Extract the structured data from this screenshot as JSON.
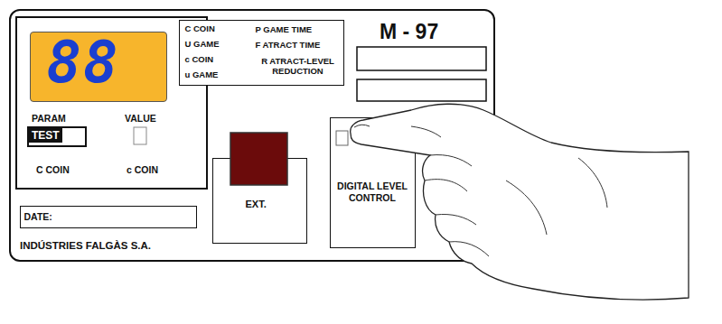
{
  "diagram": {
    "nodes": [
      {
        "text": [
          "M - 97",
          "INDÚSTRIES FALGÀS S.A."
        ]
      },
      {
        "text": [
          "PARAM",
          "VALUE",
          "C COIN",
          "c COIN"
        ],
        "in": 0
      },
      {
        "text": [
          "88"
        ],
        "in": 1
      },
      {
        "text": [
          "TEST"
        ],
        "in": 1
      },
      {
        "text": [
          "C COIN",
          "U GAME",
          "c COIN",
          "u GAME",
          "P GAME TIME",
          "F ATRACT TIME",
          "R ATRACT-LEVEL REDUCTION"
        ],
        "in": 0
      },
      {
        "text": [
          "EXT."
        ],
        "in": 0
      },
      {
        "text": [
          "DIGITAL LEVEL CONTROL"
        ],
        "in": 0
      },
      {
        "text": [
          "DATE:"
        ],
        "in": 0
      }
    ]
  }
}
